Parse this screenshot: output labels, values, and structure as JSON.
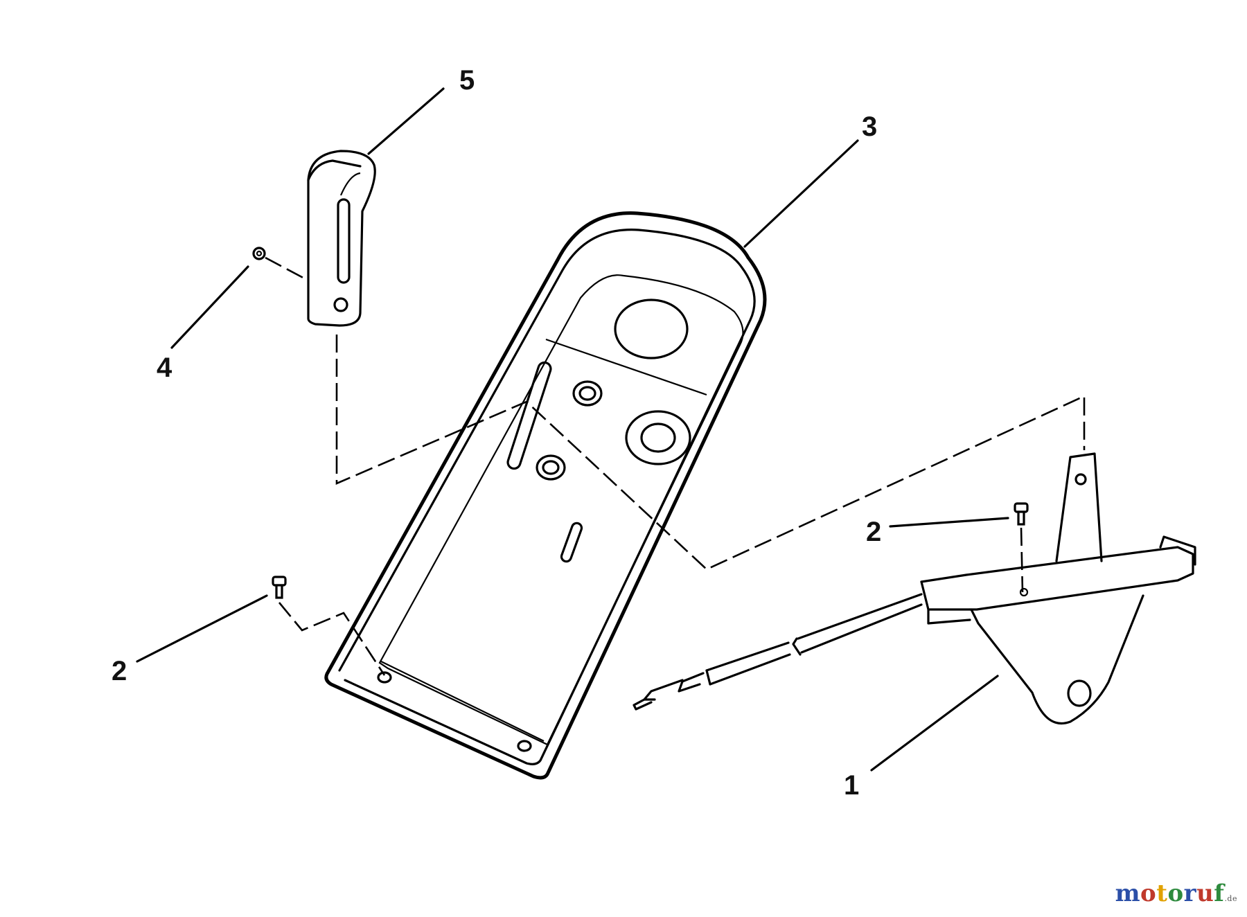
{
  "callouts": {
    "one": "1",
    "two_right": "2",
    "two_left": "2",
    "three": "3",
    "four": "4",
    "five": "5"
  },
  "watermark": {
    "text_moto": "moto",
    "text_r": "r",
    "text_u": "u",
    "text_f": "f",
    "suffix": ".de",
    "colors": {
      "m": "#2b4fa8",
      "o1": "#c0392b",
      "t": "#e1a100",
      "o2": "#2e8b3e",
      "r": "#2b4fa8",
      "u": "#c0392b",
      "f": "#2e8b3e"
    }
  }
}
